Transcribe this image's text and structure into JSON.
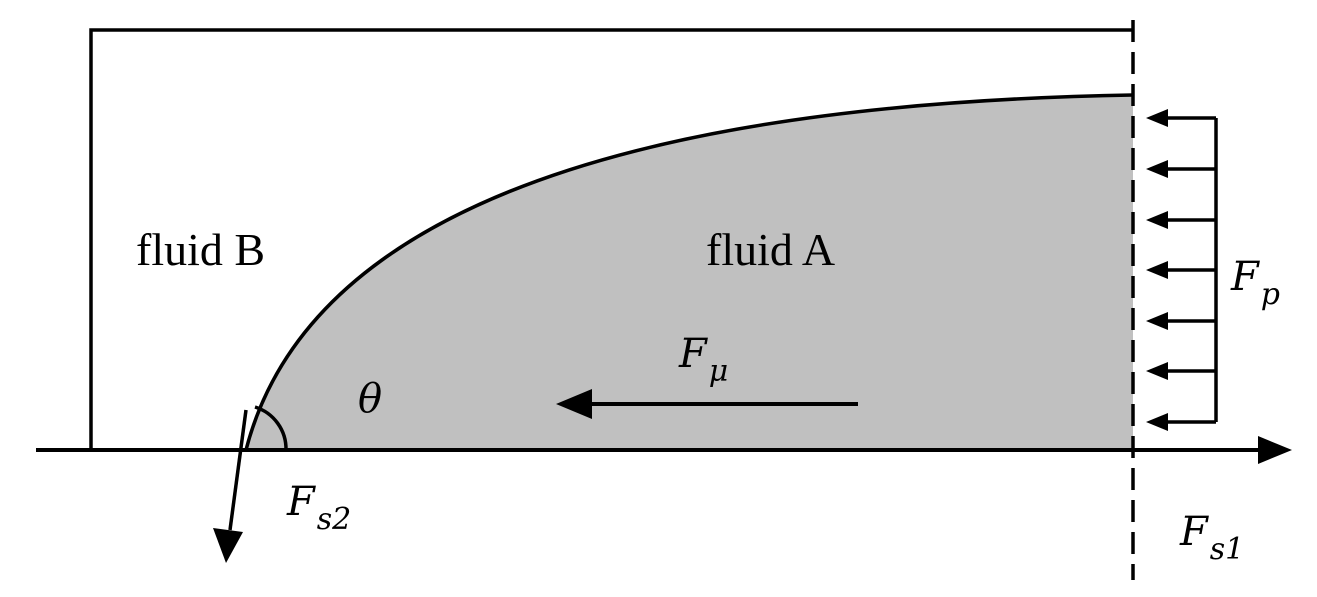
{
  "diagram": {
    "region_left_label": "fluid B",
    "region_right_label": "fluid A",
    "angle_label": "θ",
    "forces": {
      "viscous": {
        "symbol": "F",
        "subscript": "μ"
      },
      "pressure": {
        "symbol": "F",
        "subscript": "p"
      },
      "surface_2": {
        "symbol": "F",
        "subscript": "s2"
      },
      "surface_1": {
        "symbol": "F",
        "subscript": "s1"
      }
    },
    "colors": {
      "fluid_a_fill": "#c0c0c0",
      "lines": "#000000",
      "background": "#ffffff"
    }
  }
}
